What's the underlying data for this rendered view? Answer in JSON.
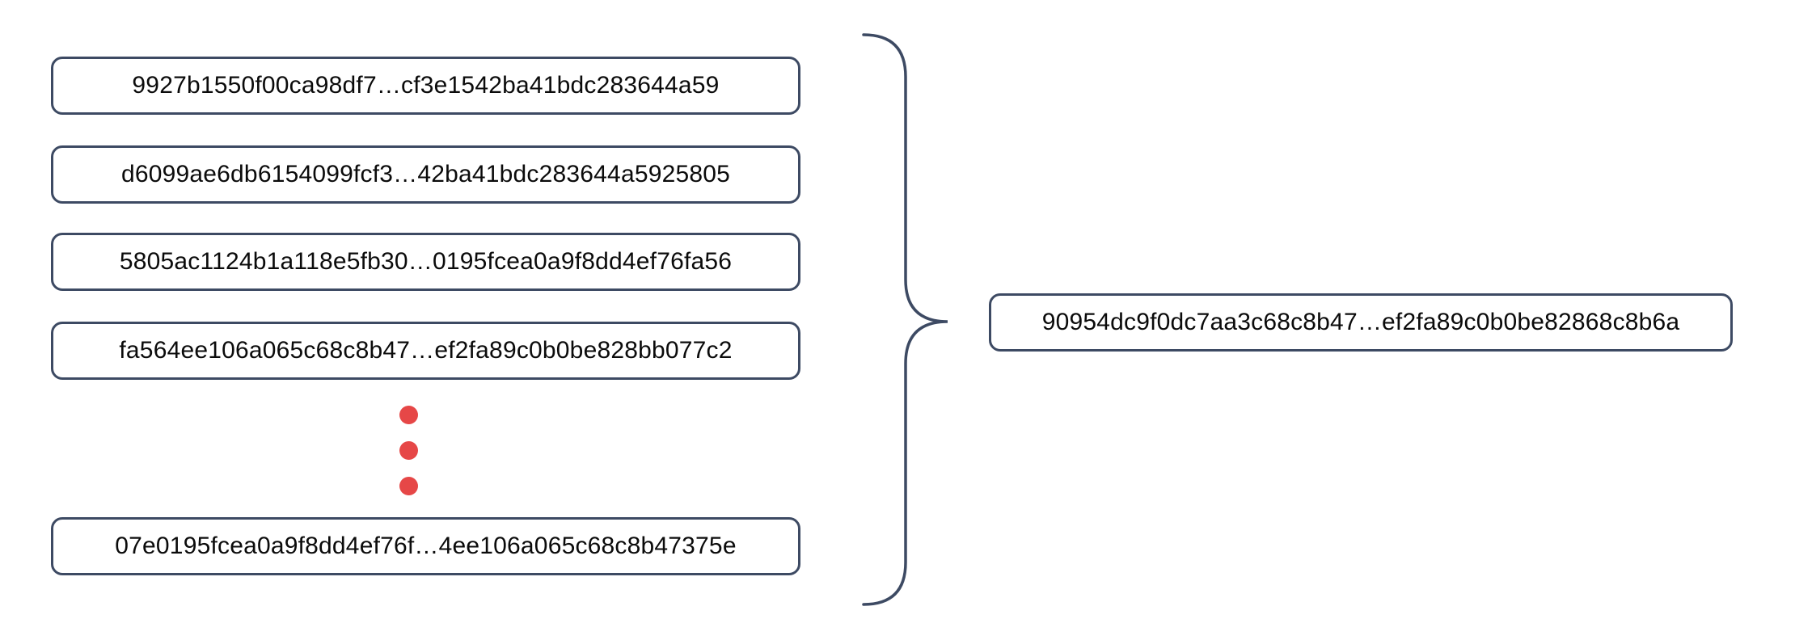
{
  "diagram": {
    "description": "Many hash values combined by a curly brace into a single hash value",
    "left_hashes": [
      {
        "label": "9927b1550f00ca98df7…cf3e1542ba41bdc283644a59"
      },
      {
        "label": "d6099ae6db6154099fcf3…42ba41bdc283644a5925805"
      },
      {
        "label": "5805ac1124b1a118e5fb30…0195fcea0a9f8dd4ef76fa56"
      },
      {
        "label": "fa564ee106a065c68c8b47…ef2fa89c0b0be828bb077c2"
      },
      {
        "label": "07e0195fcea0a9f8dd4ef76f…4ee106a065c68c8b47375e"
      }
    ],
    "right_hash": {
      "label": "90954dc9f0dc7aa3c68c8b47…ef2fa89c0b0be82868c8b6a"
    },
    "ellipsis_dot_count": 3,
    "colors": {
      "box_border": "#3d4a63",
      "brace": "#3d4a63",
      "dot_red": "#e64747",
      "text": "#0b0b0b",
      "background": "#ffffff"
    }
  }
}
